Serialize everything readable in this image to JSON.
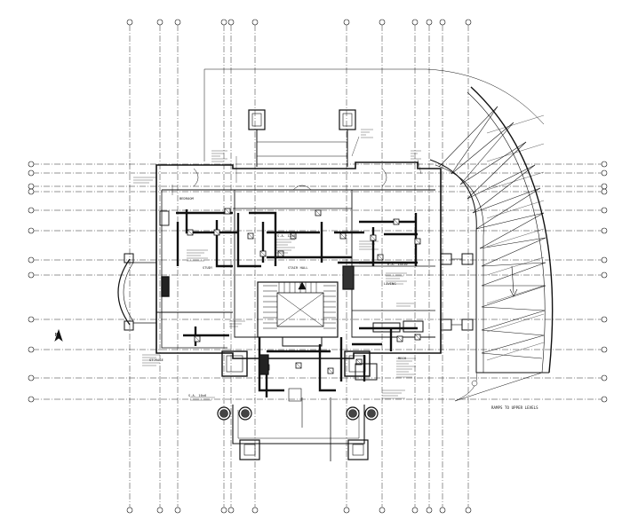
{
  "drawing": {
    "stroke_color": "#111111",
    "background": "#ffffff",
    "ramp_note": "RAMPS TO UPPER LEVELS",
    "labels": {
      "room_upper_left": "BEDROOM",
      "room_left": "STUDY",
      "room_center": "STAIR HALL",
      "room_right": "LIVING",
      "room_lower_left": "STORAGE",
      "room_lower_center": "MECH",
      "duct_a": "S.A. 12x8",
      "duct_b": "R.A. 14x10",
      "duct_c": "S.A. 10x6",
      "north": "N"
    }
  }
}
